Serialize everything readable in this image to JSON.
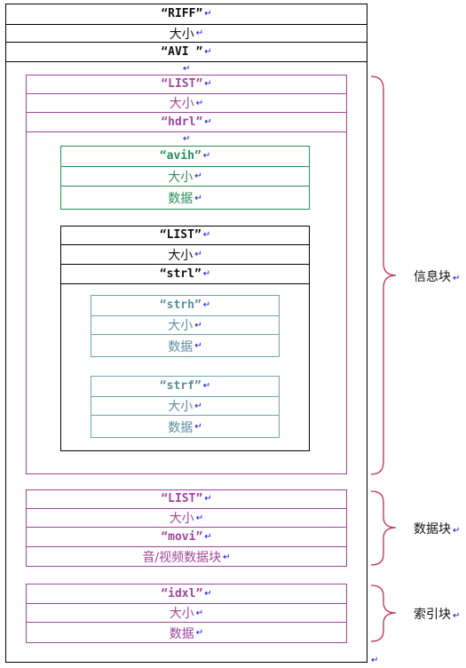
{
  "header": {
    "riff": "“RIFF”",
    "size": "大小",
    "avi": "“AVI ”"
  },
  "info_block": {
    "list": "“LIST”",
    "size": "大小",
    "hdrl": "“hdrl”",
    "avih": {
      "id": "“avih”",
      "size": "大小",
      "data": "数据"
    },
    "strl_list": {
      "list": "“LIST”",
      "size": "大小",
      "strl": "“strl”",
      "strh": {
        "id": "“strh”",
        "size": "大小",
        "data": "数据"
      },
      "strf": {
        "id": "“strf”",
        "size": "大小",
        "data": "数据"
      }
    }
  },
  "data_block": {
    "list": "“LIST”",
    "size": "大小",
    "movi": "“movi”",
    "payload": "音/视频数据块"
  },
  "index_block": {
    "idx1": "“idxl”",
    "size": "大小",
    "data": "数据"
  },
  "brace_labels": {
    "info": "信息块",
    "data": "数据块",
    "index": "索引块"
  },
  "paragraph_mark": "↵",
  "colors": {
    "black": "#000000",
    "purple": "#a0449c",
    "green": "#2a8f5a",
    "teal": "#6fa3b0",
    "brace": "#c0304a",
    "paragraph_mark": "#0000ff"
  }
}
